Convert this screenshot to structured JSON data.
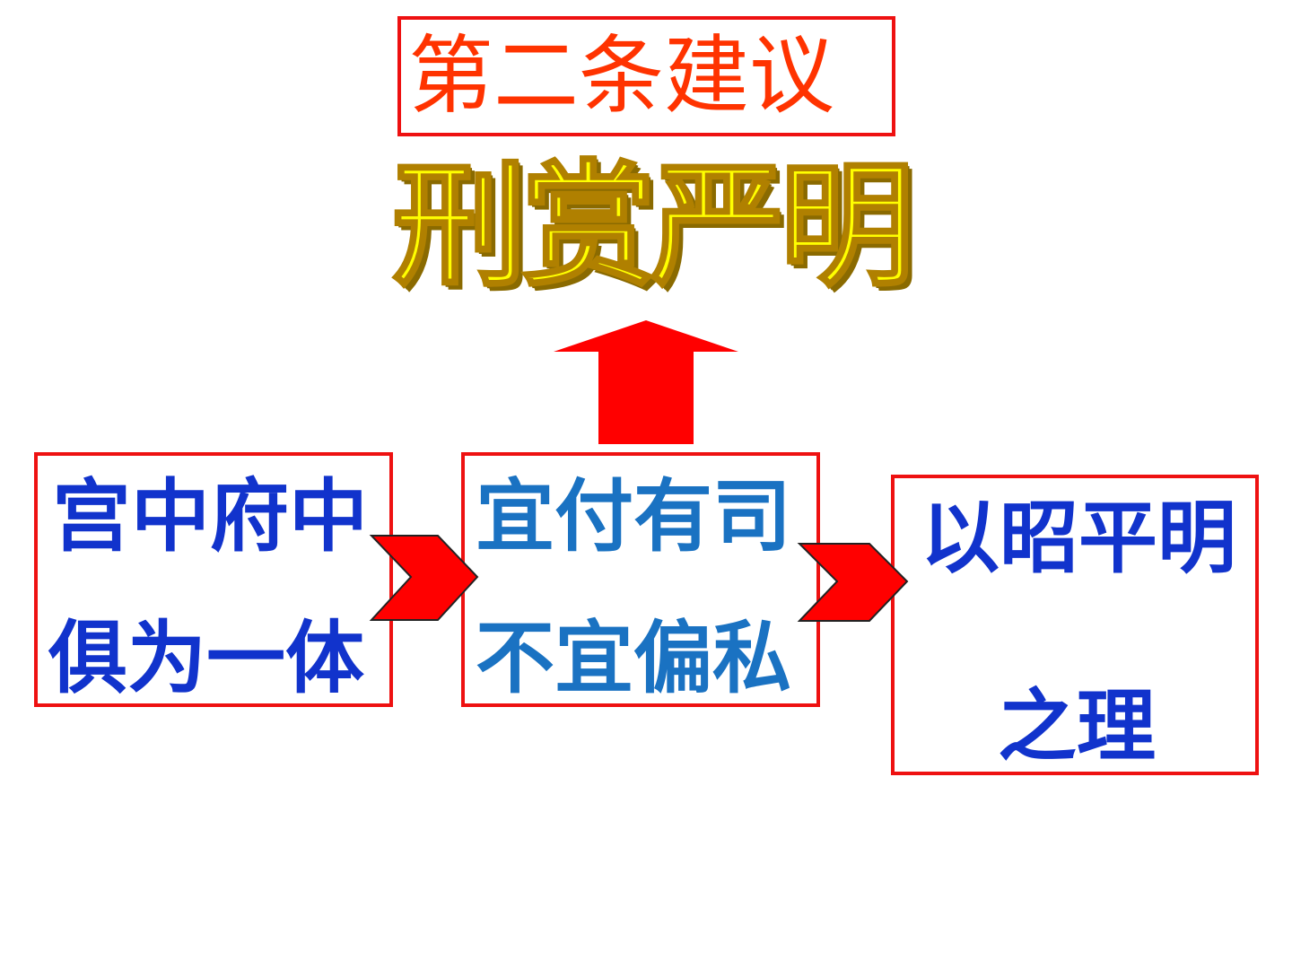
{
  "title": "第二条建议",
  "main_heading": "刑赏严明",
  "boxes": [
    {
      "line1": "宫中府中",
      "line2": "俱为一体"
    },
    {
      "line1": "宜付有司",
      "line2": "不宜偏私"
    },
    {
      "line1": "以昭平明",
      "line2": "之理"
    }
  ],
  "icons": {
    "up_arrow": "block-up-arrow-icon",
    "chevron": "chevron-right-icon"
  },
  "colors": {
    "border": "#ee1111",
    "title": "#ff3300",
    "heading": "#ffff00",
    "blue_text": "#1133cc",
    "teal_text": "#1a72c2",
    "arrow": "#ff0000"
  }
}
